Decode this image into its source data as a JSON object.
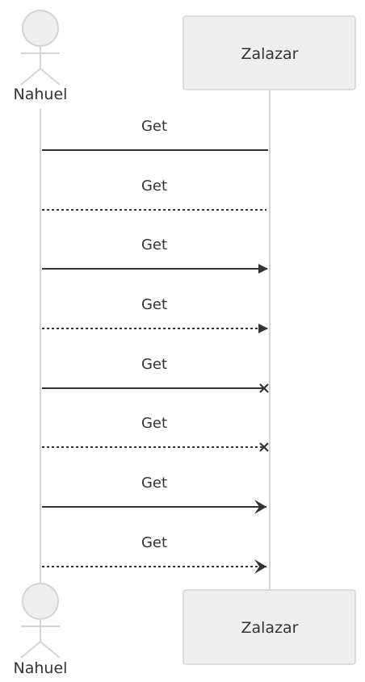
{
  "participants": {
    "left": {
      "name": "Nahuel",
      "kind": "actor",
      "color": "#eeeeee"
    },
    "right": {
      "name": "Zalazar",
      "kind": "participant",
      "color": "#eeeeee"
    }
  },
  "messages": [
    {
      "label": "Get",
      "line": "solid",
      "head": "none"
    },
    {
      "label": "Get",
      "line": "dotted",
      "head": "none"
    },
    {
      "label": "Get",
      "line": "solid",
      "head": "filled-triangle"
    },
    {
      "label": "Get",
      "line": "dotted",
      "head": "filled-triangle"
    },
    {
      "label": "Get",
      "line": "solid",
      "head": "cross"
    },
    {
      "label": "Get",
      "line": "dotted",
      "head": "cross"
    },
    {
      "label": "Get",
      "line": "solid",
      "head": "open-chevron"
    },
    {
      "label": "Get",
      "line": "dotted",
      "head": "open-chevron"
    }
  ],
  "colors": {
    "line": "#333333",
    "lifeline": "#d4d4d4",
    "box_fill": "#eeeeee",
    "box_stroke": "#d4d4d4",
    "text": "#333333"
  }
}
